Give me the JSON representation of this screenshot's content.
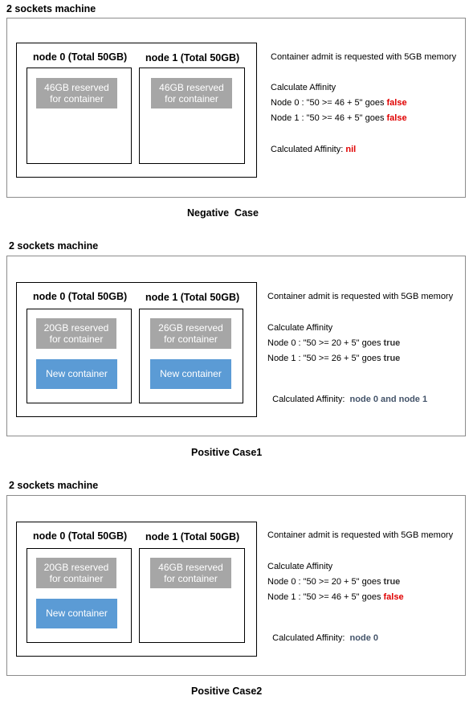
{
  "colors": {
    "reserved_fill": "#a6a6a6",
    "new_container_fill": "#5b9bd5",
    "false_text": "#e00000",
    "affinity_text": "#44546a"
  },
  "cases": [
    {
      "title": "2 sockets machine",
      "nodes": [
        {
          "label": "node 0 (Total 50GB)",
          "reserved_line1": "46GB reserved",
          "reserved_line2": "for container"
        },
        {
          "label": "node 1 (Total 50GB)",
          "reserved_line1": "46GB reserved",
          "reserved_line2": "for container"
        }
      ],
      "request": "Container admit is requested with 5GB memory",
      "calc_heading": "Calculate Affinity",
      "lines": [
        {
          "prefix": "Node 0 : \"50 >= 46 + 5\" goes ",
          "result": "false"
        },
        {
          "prefix": "Node 1 : \"50 >= 46 + 5\" goes ",
          "result": "false"
        }
      ],
      "affinity_label": "Calculated Affinity: ",
      "affinity_value": "nil",
      "caption": "Negative  Case"
    },
    {
      "title": "2 sockets machine",
      "nodes": [
        {
          "label": "node 0 (Total 50GB)",
          "reserved_line1": "20GB reserved",
          "reserved_line2": "for container",
          "new_container": "New container"
        },
        {
          "label": "node 1 (Total 50GB)",
          "reserved_line1": "26GB reserved",
          "reserved_line2": "for container",
          "new_container": "New container"
        }
      ],
      "request": "Container admit is requested with 5GB memory",
      "calc_heading": "Calculate Affinity",
      "lines": [
        {
          "prefix": "Node 0 : \"50 >= 20 + 5\" goes ",
          "result": "true"
        },
        {
          "prefix": "Node 1 : \"50 >= 26 + 5\" goes ",
          "result": "true"
        }
      ],
      "affinity_label": "Calculated Affinity:  ",
      "affinity_value": "node 0 and node 1",
      "caption": "Positive Case1"
    },
    {
      "title": "2 sockets machine",
      "nodes": [
        {
          "label": "node 0 (Total 50GB)",
          "reserved_line1": "20GB reserved",
          "reserved_line2": "for container",
          "new_container": "New container"
        },
        {
          "label": "node 1 (Total 50GB)",
          "reserved_line1": "46GB reserved",
          "reserved_line2": "for container"
        }
      ],
      "request": "Container admit is requested with 5GB memory",
      "calc_heading": "Calculate Affinity",
      "lines": [
        {
          "prefix": "Node 0 : \"50 >= 20 + 5\" goes ",
          "result": "true"
        },
        {
          "prefix": "Node 1 : \"50 >= 46 + 5\" goes ",
          "result": "false"
        }
      ],
      "affinity_label": "Calculated Affinity:  ",
      "affinity_value": "node 0",
      "caption": "Positive Case2"
    }
  ]
}
